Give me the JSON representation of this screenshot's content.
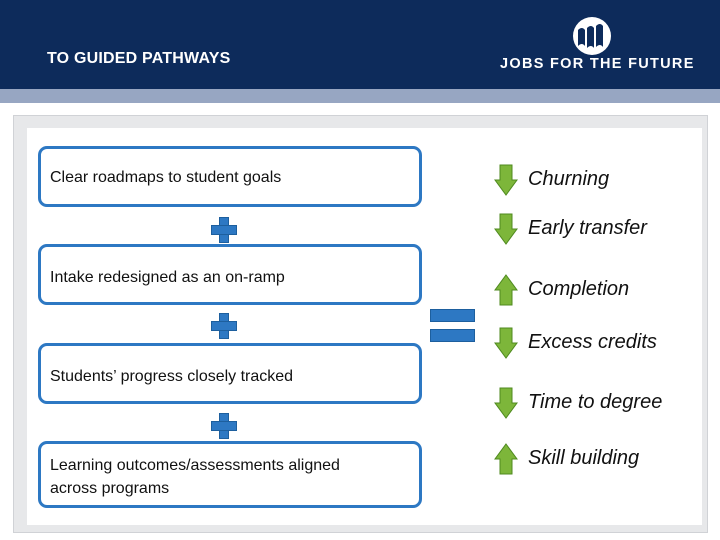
{
  "header": {
    "title": "TO GUIDED PATHWAYS",
    "logo_text": "JOBS FOR THE FUTURE",
    "logo_icon": "jff-logo-icon"
  },
  "colors": {
    "header_bg": "#0d2b5b",
    "accent_blue": "#2d78c3",
    "arrow_green": "#7db63a",
    "panel_bg": "#e7e8ea"
  },
  "practices": [
    "Clear roadmaps to student goals",
    "Intake redesigned as an on-ramp",
    "Students’ progress closely tracked",
    "Learning outcomes/assessments aligned across programs"
  ],
  "outcomes": [
    {
      "label": "Churning",
      "direction": "down"
    },
    {
      "label": "Early transfer",
      "direction": "down"
    },
    {
      "label": "Completion",
      "direction": "up"
    },
    {
      "label": "Excess credits",
      "direction": "down"
    },
    {
      "label": "Time to degree",
      "direction": "down"
    },
    {
      "label": "Skill building",
      "direction": "up"
    }
  ]
}
